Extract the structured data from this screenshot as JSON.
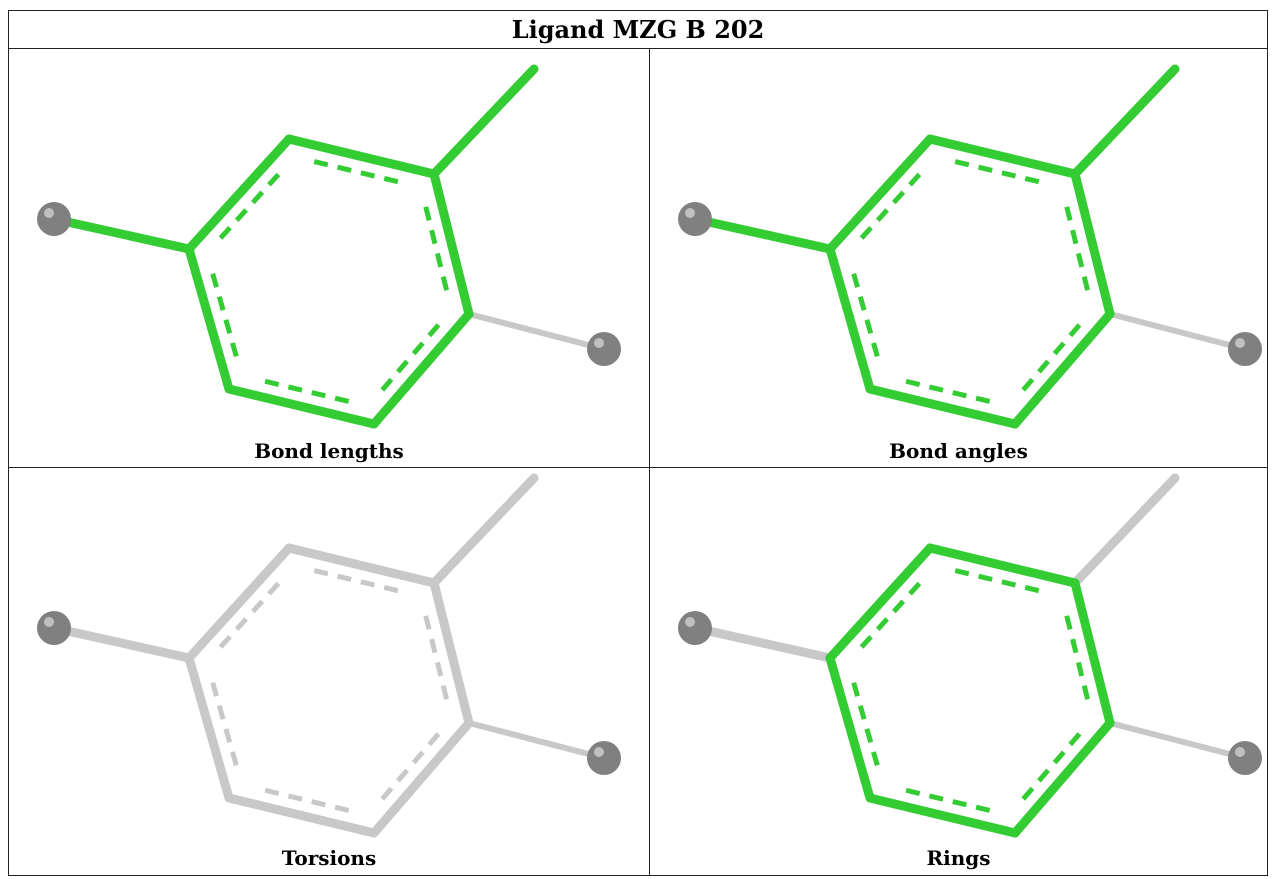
{
  "title": "Ligand MZG B 202",
  "panels": [
    {
      "caption": "Bond lengths",
      "colors": {
        "ring": "#33cc33",
        "methyl": "#33cc33",
        "left": "#33cc33",
        "right": "#c8c8c8"
      }
    },
    {
      "caption": "Bond angles",
      "colors": {
        "ring": "#33cc33",
        "methyl": "#33cc33",
        "left": "#33cc33",
        "right": "#c8c8c8"
      }
    },
    {
      "caption": "Torsions",
      "colors": {
        "ring": "#c8c8c8",
        "methyl": "#c8c8c8",
        "left": "#c8c8c8",
        "right": "#c8c8c8"
      }
    },
    {
      "caption": "Rings",
      "colors": {
        "ring": "#33cc33",
        "methyl": "#c8c8c8",
        "left": "#c8c8c8",
        "right": "#c8c8c8"
      }
    }
  ],
  "atom_color": "#808080"
}
